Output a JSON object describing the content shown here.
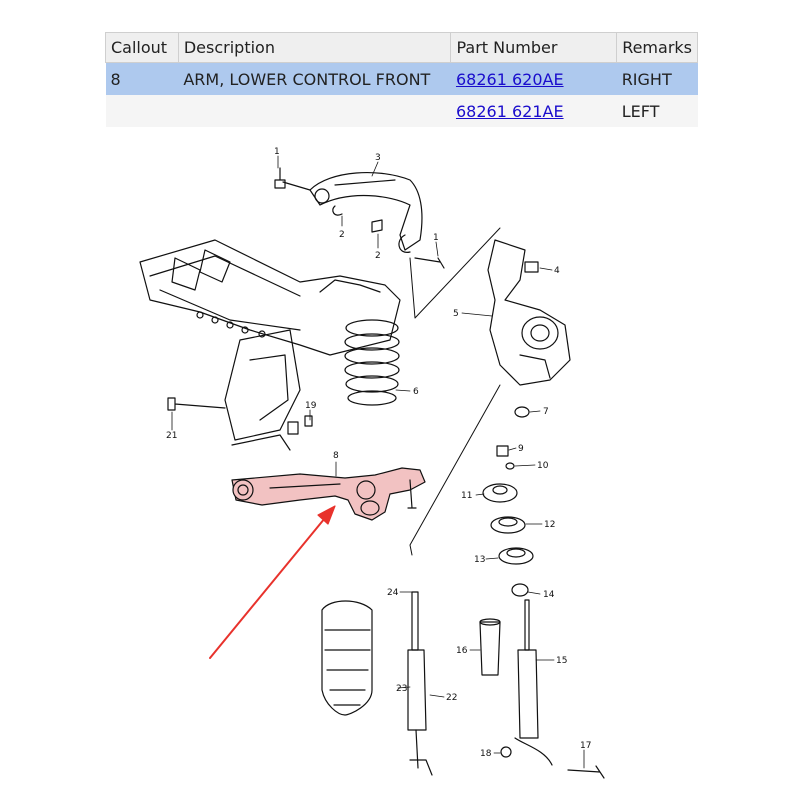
{
  "table": {
    "headers": {
      "callout": "Callout",
      "description": "Description",
      "part_number": "Part Number",
      "remarks": "Remarks"
    },
    "rows": [
      {
        "callout": "8",
        "description": "ARM, LOWER CONTROL FRONT",
        "part_number": "68261 620AE",
        "remarks": "RIGHT"
      },
      {
        "callout": "",
        "description": "",
        "part_number": "68261 621AE",
        "remarks": "LEFT"
      }
    ]
  },
  "diagram": {
    "callouts": {
      "c1a": "1",
      "c1b": "1",
      "c2a": "2",
      "c2b": "2",
      "c3": "3",
      "c4": "4",
      "c5": "5",
      "c6": "6",
      "c7": "7",
      "c8": "8",
      "c9": "9",
      "c10": "10",
      "c11": "11",
      "c12": "12",
      "c13": "13",
      "c14": "14",
      "c15": "15",
      "c16": "16",
      "c17": "17",
      "c18": "18",
      "c19": "19",
      "c21": "21",
      "c22": "22",
      "c23": "23",
      "c24": "24"
    },
    "highlight_color": "#f2c2c2",
    "arrow_color": "#e8322c"
  }
}
